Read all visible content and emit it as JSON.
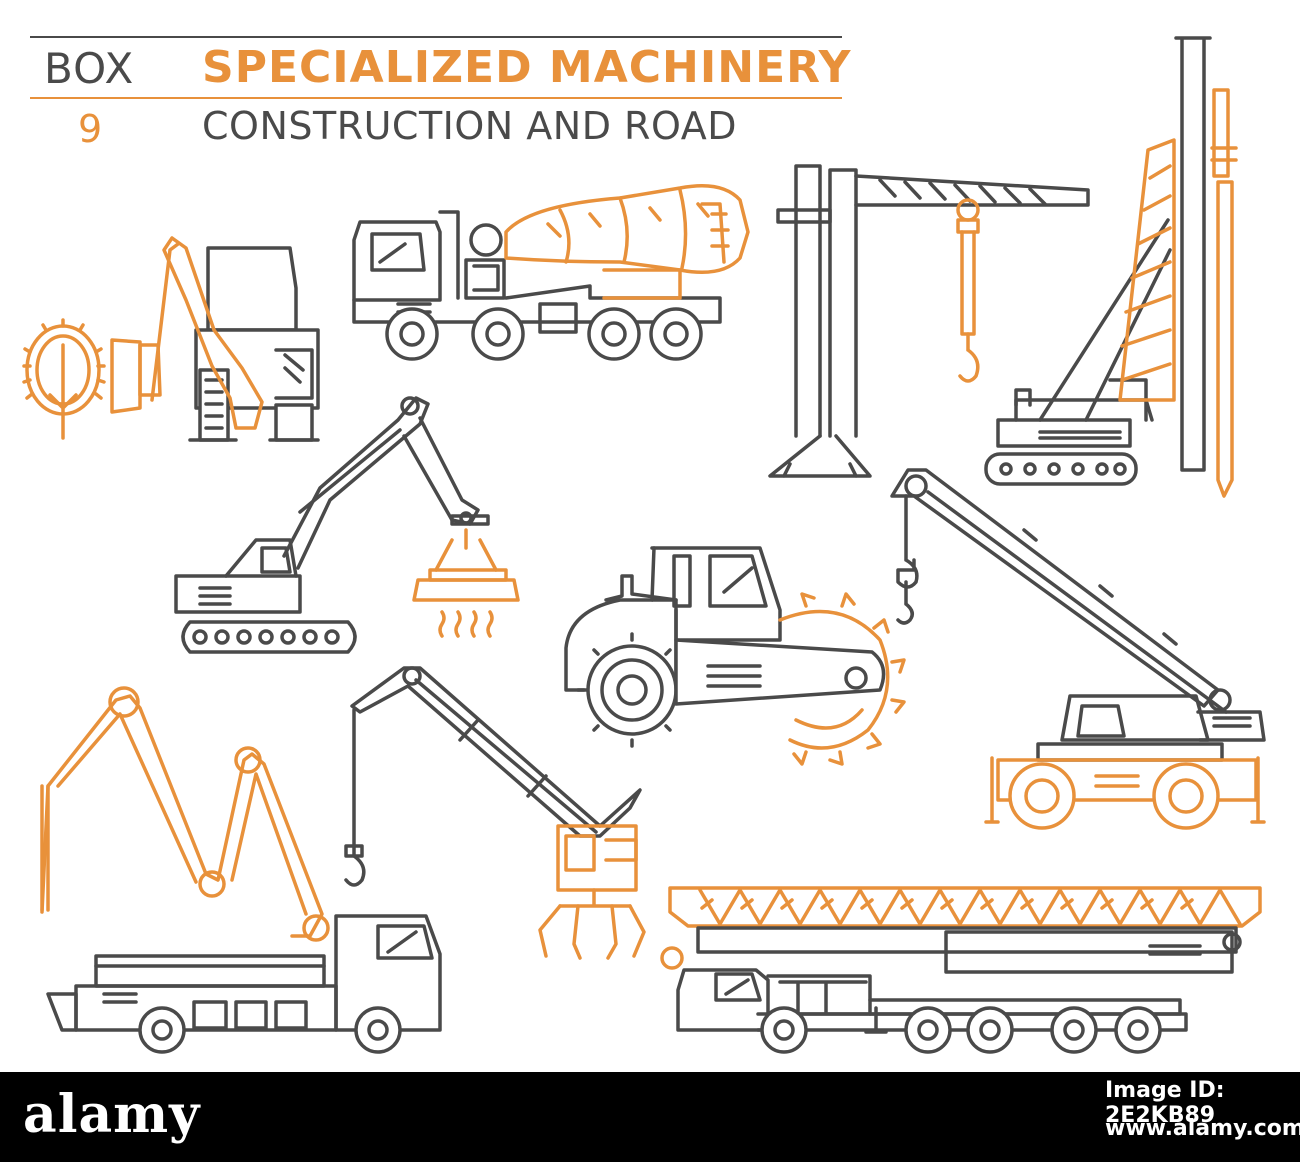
{
  "header": {
    "box_label": "BOX",
    "box_number": "9",
    "title": "SPECIALIZED MACHINERY",
    "subtitle": "CONSTRUCTION AND ROAD"
  },
  "colors": {
    "dark": "#4a4a4a",
    "accent": "#e8913b",
    "background": "#ffffff",
    "footer": "#000000"
  },
  "machines": [
    {
      "name": "forestry-harvester-icon"
    },
    {
      "name": "concrete-mixer-truck-icon"
    },
    {
      "name": "tower-crane-icon"
    },
    {
      "name": "pile-driver-icon"
    },
    {
      "name": "magnet-excavator-icon"
    },
    {
      "name": "padfoot-road-roller-icon"
    },
    {
      "name": "mobile-crane-icon"
    },
    {
      "name": "concrete-pump-truck-icon"
    },
    {
      "name": "portal-grab-crane-icon"
    },
    {
      "name": "truck-crane-icon"
    }
  ],
  "footer": {
    "watermark": "alamy",
    "image_id": "Image ID: 2E2KB89",
    "url": "www.alamy.com"
  }
}
